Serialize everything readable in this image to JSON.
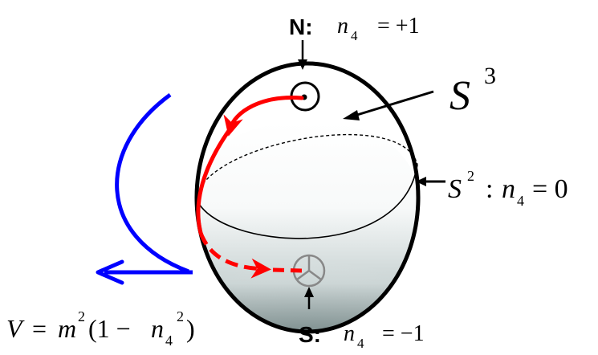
{
  "north": {
    "pole_label": "N:",
    "var": "n",
    "sub": "4",
    "rel": "= +1"
  },
  "south": {
    "pole_label": "S:",
    "var": "n",
    "sub": "4",
    "rel": "= −1"
  },
  "sphere3": {
    "var": "S",
    "sup": "3"
  },
  "equator": {
    "var": "S",
    "sup": "2",
    "colon": ":",
    "n_var": "n",
    "sub": "4",
    "rel": "= 0"
  },
  "potential": {
    "lhs": "V",
    "eq": "=",
    "m": "m",
    "m_sup": "2",
    "open": "(1 −",
    "n": "n",
    "n_sub": "4",
    "n_sup": "2",
    "close": ")"
  },
  "colors": {
    "path": "#ff0000",
    "rotation_arrow": "#0000ff",
    "outline": "#000000",
    "south_marker": "#888888"
  }
}
